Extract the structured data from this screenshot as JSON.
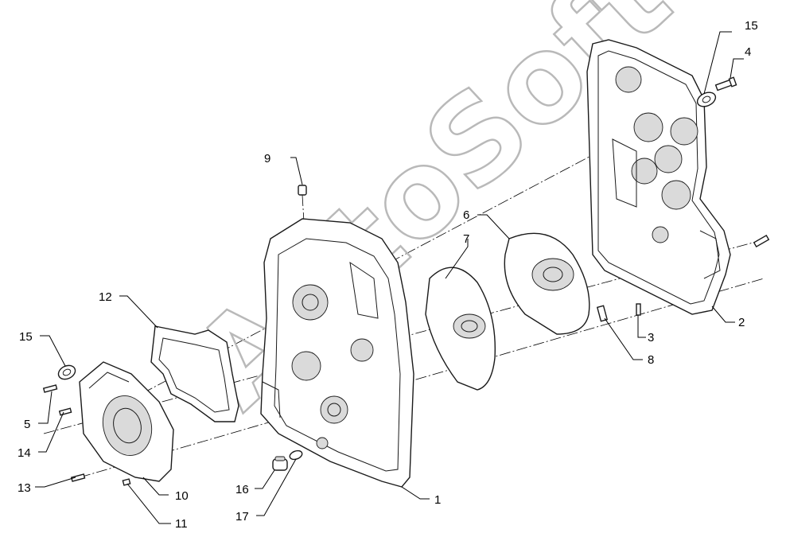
{
  "watermark": "AutoSoft",
  "callouts": [
    {
      "id": "c1",
      "label": "1"
    },
    {
      "id": "c2",
      "label": "2"
    },
    {
      "id": "c3",
      "label": "3"
    },
    {
      "id": "c4",
      "label": "4"
    },
    {
      "id": "c5",
      "label": "5"
    },
    {
      "id": "c6",
      "label": "6"
    },
    {
      "id": "c7",
      "label": "7"
    },
    {
      "id": "c8",
      "label": "8"
    },
    {
      "id": "c9",
      "label": "9"
    },
    {
      "id": "c10",
      "label": "10"
    },
    {
      "id": "c11",
      "label": "11"
    },
    {
      "id": "c12",
      "label": "12"
    },
    {
      "id": "c13",
      "label": "13"
    },
    {
      "id": "c14",
      "label": "14"
    },
    {
      "id": "c15a",
      "label": "15"
    },
    {
      "id": "c15b",
      "label": "15"
    },
    {
      "id": "c16",
      "label": "16"
    },
    {
      "id": "c17",
      "label": "17"
    }
  ]
}
